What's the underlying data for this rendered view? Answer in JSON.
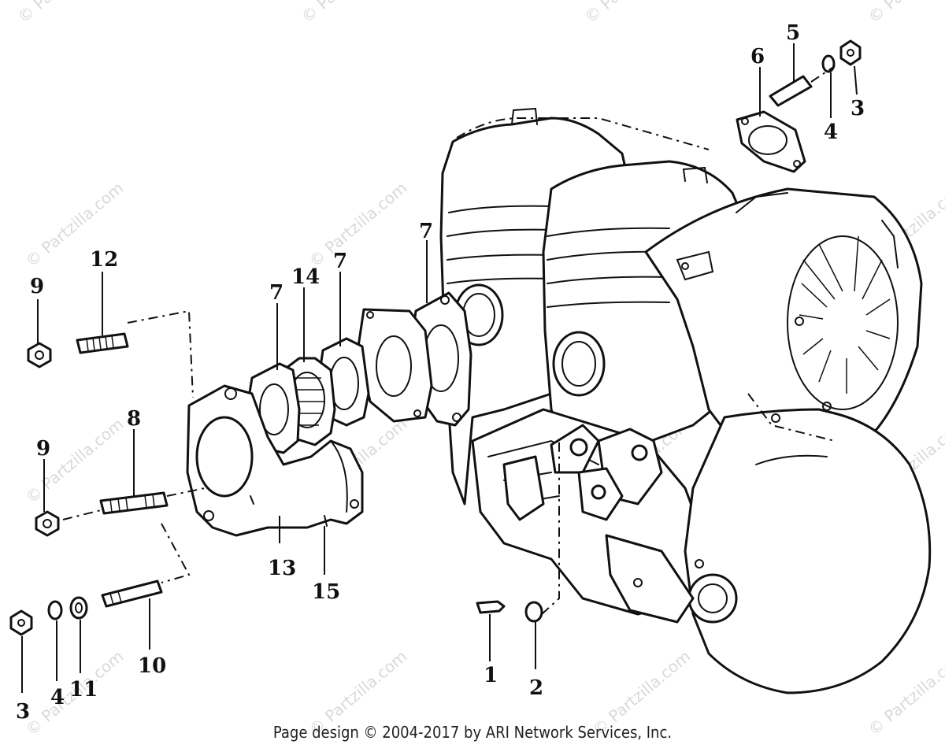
{
  "diagram": {
    "callouts": [
      "1",
      "2",
      "3",
      "3",
      "4",
      "4",
      "5",
      "6",
      "7",
      "7",
      "7",
      "8",
      "9",
      "9",
      "10",
      "11",
      "12",
      "13",
      "14",
      "15"
    ]
  },
  "watermark": {
    "text": "© Partzilla.com"
  },
  "footer": {
    "text": "Page design © 2004-2017 by ARI Network Services, Inc."
  }
}
